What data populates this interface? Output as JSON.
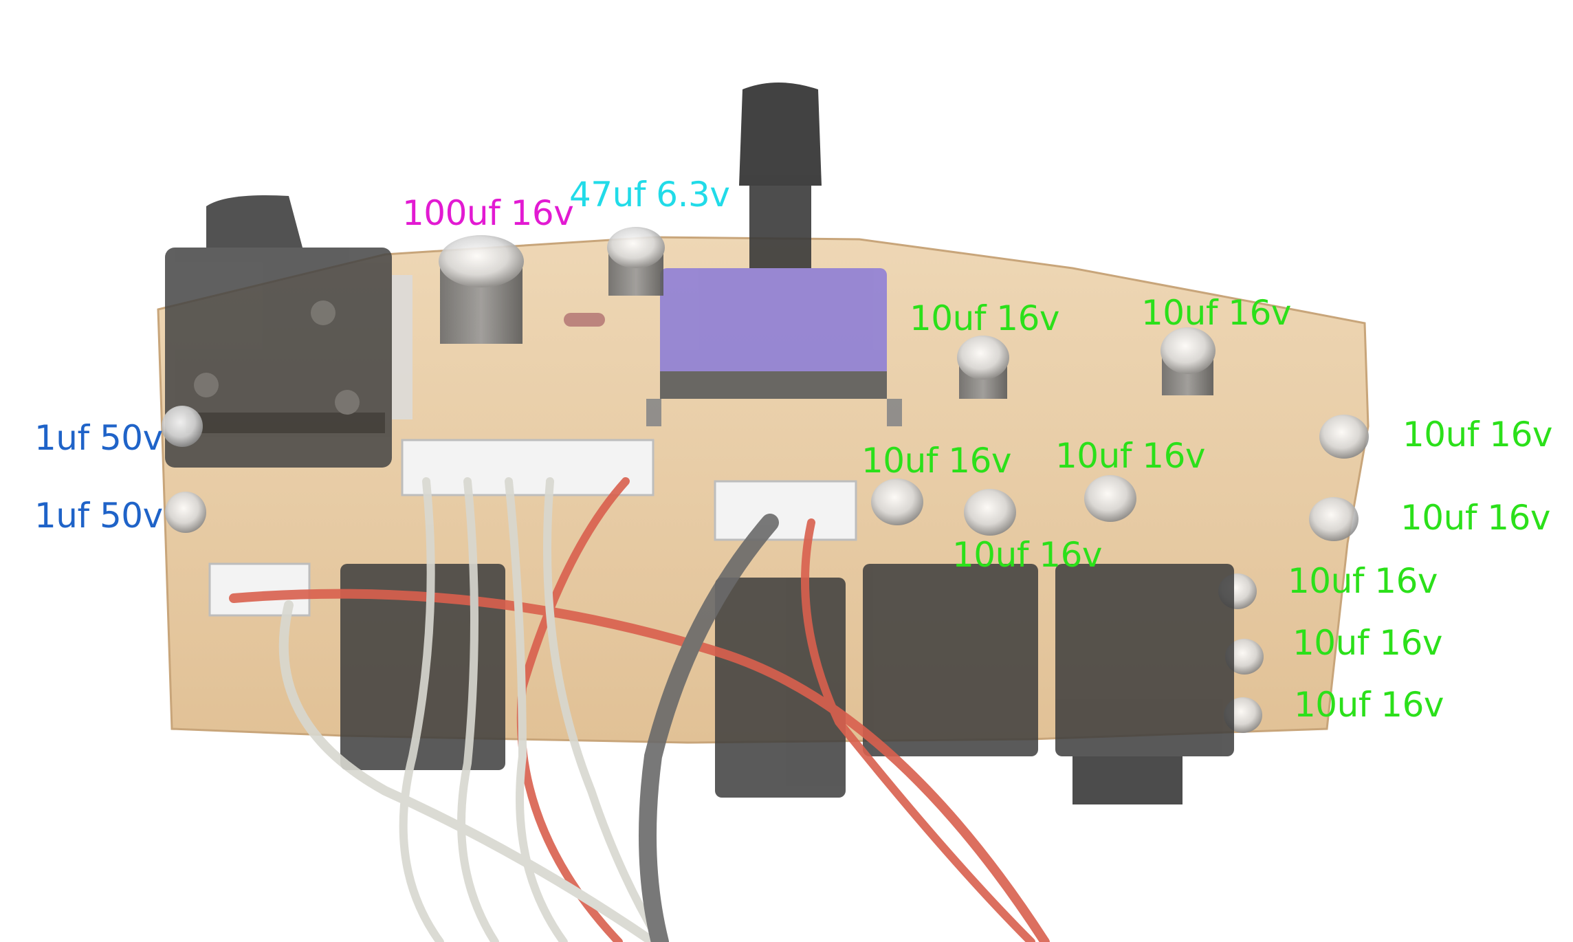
{
  "labels": {
    "cap_100uf": "100uf 16v",
    "cap_47uf": "47uf 6.3v",
    "cap_10uf_top_left": "10uf 16v",
    "cap_10uf_top_right": "10uf 16v",
    "cap_1uf_upper": "1uf 50v",
    "cap_1uf_lower": "1uf 50v",
    "cap_10uf_mid_left": "10uf 16v",
    "cap_10uf_mid_right": "10uf 16v",
    "cap_10uf_mid_low": "10uf 16v",
    "cap_10uf_right_1": "10uf 16v",
    "cap_10uf_right_2": "10uf 16v",
    "cap_10uf_right_3": "10uf 16v",
    "cap_10uf_right_4": "10uf 16v",
    "cap_10uf_right_5": "10uf 16v"
  },
  "colors": {
    "electrolytic_22uf_class": "#2be01a",
    "ceramic_class": "#1f63c8",
    "large_cap": "#e21ad2",
    "small_cap": "#21dbe8",
    "pcb": "#e6c79e",
    "jack": "#3a3a3a",
    "pot_body": "#8f7fd6"
  }
}
